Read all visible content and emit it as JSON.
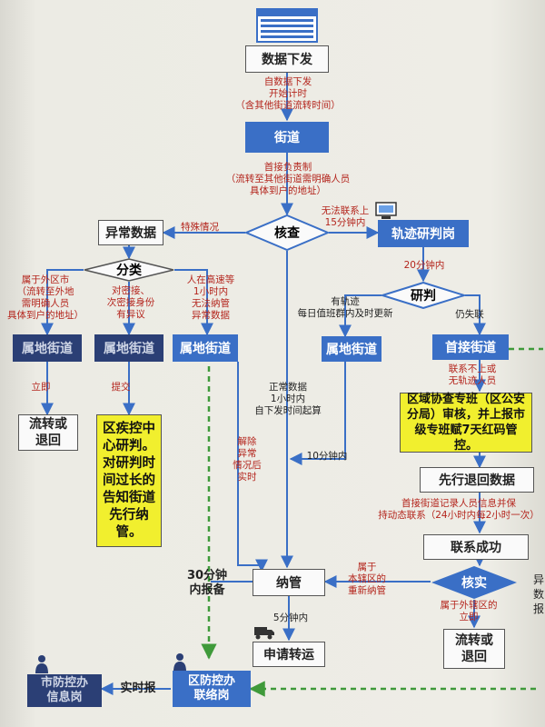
{
  "nodes": {
    "data_issue": "数据下发",
    "street": "街道",
    "anomaly": "异常数据",
    "check": "核查",
    "trace": "轨迹研判岗",
    "classify": "分类",
    "judge": "研判",
    "local1": "属地街道",
    "local2": "属地街道",
    "local3": "属地街道",
    "local4": "属地街道",
    "first_street": "首接街道",
    "circulate": "流转或\n退回",
    "cdc": "区疾控中心研判。对研判时间过长的告知街道先行纳管。",
    "regional": "区域协查专班（区公安分局）审核，并上报市级专班赋7天红码管控。",
    "return_first": "先行退回数据",
    "contact_ok": "联系成功",
    "verify": "核实",
    "manage": "纳管",
    "circulate2": "流转或\n退回",
    "apply": "申请转运",
    "district_office": "区防控办\n联络岗",
    "city_office": "市防控办\n信息岗"
  },
  "notes": {
    "issue_time": "自数据下发\n开始计时\n（含其他街道流转时间）",
    "first_resp": "首接负责制\n（流转至其他街道需明确人员\n具体到户的地址）",
    "cannot_contact": "无法联系上\n15分钟内",
    "special": "特殊情况",
    "min20": "20分钟内",
    "has_track": "有轨迹\n每日值班群内及时更新",
    "still_lost": "仍失联",
    "other_city": "属于外区市\n（流转至外地\n需明确人员\n具体到户的地址）",
    "close_contact": "对密接、\n次密接身份\n有异议",
    "highway": "人在高速等\n1小时内\n无法纳管\n异常数据",
    "immediate": "立即",
    "submit": "提交",
    "normal": "正常数据\n1小时内\n自下发时间起算",
    "release": "解除\n异常\n情况后\n实时",
    "min10": "10分钟内",
    "unreachable": "联系不上或\n无轨迹人员",
    "record": "首接街道记录人员信息并保\n持动态联系（24小时内每2小时一次）",
    "local_district": "属于\n本辖区的\n重新纳管",
    "other_district": "属于外辖区的\n立即",
    "min5": "5分钟内",
    "report30": "30分钟\n内报备",
    "realtime": "实时报",
    "edge": "异\n数\n报"
  },
  "colors": {
    "blue_box": "#3a6fc6",
    "dark_box": "#2b3f75",
    "yellow_box": "#f1ef2e",
    "arrow": "#3a6fc6",
    "dashed": "#3f9a3a",
    "note_text": "#b4251d"
  },
  "icons": [
    "table-icon",
    "computer-icon",
    "truck-icon",
    "person-icon"
  ]
}
